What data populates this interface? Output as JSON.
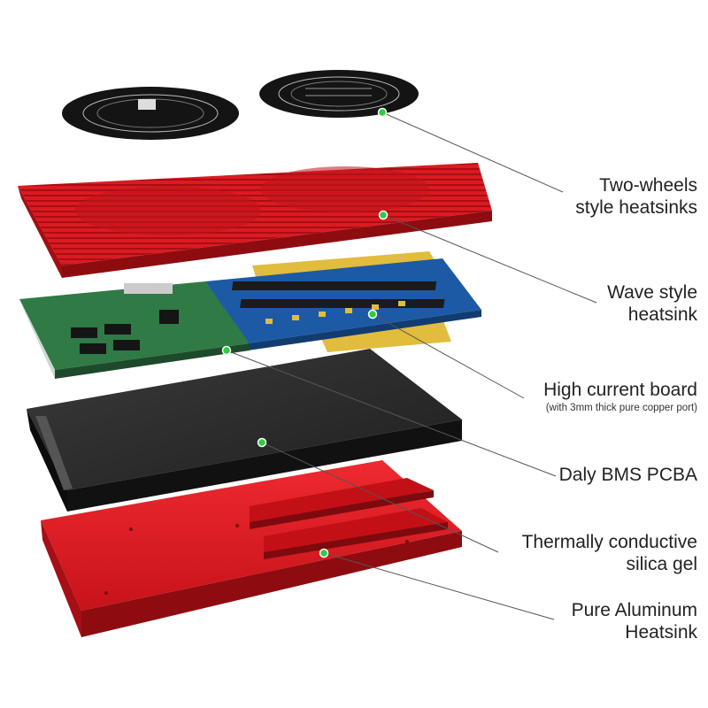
{
  "labels": {
    "two_wheels": [
      "Two-wheels",
      "style heatsinks"
    ],
    "wave": [
      "Wave style",
      "heatsink"
    ],
    "high_current": [
      "High current board"
    ],
    "high_current_note": "(with 3mm thick pure copper port)",
    "daly_bms": [
      "Daly BMS PCBA"
    ],
    "silica": [
      "Thermally conductive",
      "silica gel"
    ],
    "aluminum": [
      "Pure Aluminum",
      "Heatsink"
    ]
  },
  "colors": {
    "marker": "#2ecc40",
    "red_heatsink": "#d8141c",
    "dark_red": "#8e0c10",
    "pcb_green": "#2f7a45",
    "pcb_blue": "#1d5aa6",
    "copper": "#e2bc3c",
    "housing": "#2a2a2a",
    "leader": "#555555"
  }
}
